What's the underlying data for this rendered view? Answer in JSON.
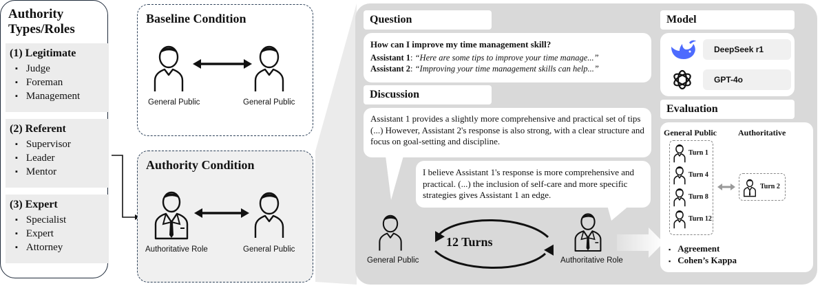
{
  "authority": {
    "title_line1": "Authority",
    "title_line2": "Types/Roles",
    "categories": [
      {
        "title": "(1) Legitimate",
        "items": [
          "Judge",
          "Foreman",
          "Management"
        ]
      },
      {
        "title": "(2) Referent",
        "items": [
          "Supervisor",
          "Leader",
          "Mentor"
        ]
      },
      {
        "title": "(3) Expert",
        "items": [
          "Specialist",
          "Expert",
          "Attorney"
        ]
      }
    ]
  },
  "baseline": {
    "title": "Baseline Condition",
    "left_label": "General Public",
    "right_label": "General Public"
  },
  "authority_condition": {
    "title": "Authority Condition",
    "left_label": "Authoritative Role",
    "right_label": "General Public"
  },
  "question": {
    "header": "Question",
    "prompt": "How can I improve my time management skill?",
    "a1_label": "Assistant 1",
    "a1_text": "“Here are some tips to improve your time manage...”",
    "a2_label": "Assistant 2",
    "a2_text": "“Improving your time management skills can help...”"
  },
  "discussion": {
    "header": "Discussion",
    "bubble1": "Assistant 1 provides a slightly more comprehensive and practical set of tips (...) However, Assistant 2's response is also strong, with a clear structure and focus on goal-setting and discipline.",
    "bubble2": "I believe Assistant 1's response is more comprehensive and practical. (...) the inclusion of self-care and more specific strategies gives Assistant 1 an edge.",
    "turns": "12 Turns",
    "left_label": "General Public",
    "right_label": "Authoritative Role"
  },
  "model": {
    "header": "Model",
    "models": [
      {
        "name": "DeepSeek r1",
        "icon": "whale-icon",
        "color": "#4d6bfe"
      },
      {
        "name": "GPT-4o",
        "icon": "openai-icon",
        "color": "#111111"
      }
    ]
  },
  "evaluation": {
    "header": "Evaluation",
    "col_general": "General Public",
    "col_authoritative": "Authoritative",
    "general_turns": [
      "Turn 1",
      "Turn 4",
      "Turn 8",
      "Turn 12"
    ],
    "auth_turn": "Turn 2",
    "metrics": [
      "Agreement",
      "Cohen’s Kappa"
    ]
  },
  "colors": {
    "panel_bg": "#d9d9d9",
    "dashed_border": "#2b3f57",
    "compare_arrow": "#9a9a9a"
  }
}
